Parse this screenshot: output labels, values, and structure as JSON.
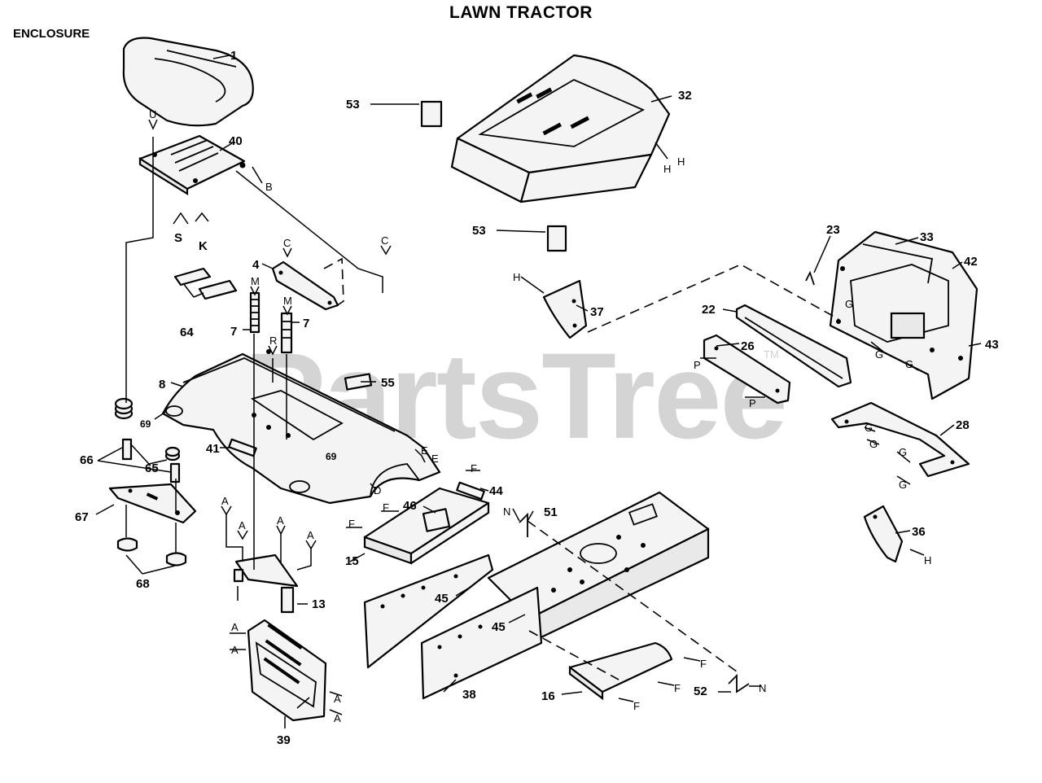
{
  "header": {
    "title": "LAWN TRACTOR",
    "section": "ENCLOSURE"
  },
  "watermark": {
    "text": "PartsTree",
    "tm": "TM"
  },
  "callouts": {
    "p1": "1",
    "p4": "4",
    "p7a": "7",
    "p7b": "7",
    "p8": "8",
    "p13": "13",
    "p15": "15",
    "p16": "16",
    "p22": "22",
    "p23": "23",
    "p26": "26",
    "p28": "28",
    "p32": "32",
    "p33": "33",
    "p36": "36",
    "p37": "37",
    "p38": "38",
    "p39": "39",
    "p40": "40",
    "p41": "41",
    "p42": "42",
    "p43": "43",
    "p44": "44",
    "p45a": "45",
    "p45b": "45",
    "p46": "46",
    "p51": "51",
    "p52": "52",
    "p53a": "53",
    "p53b": "53",
    "p55": "55",
    "p64": "64",
    "p65": "65",
    "p66": "66",
    "p67": "67",
    "p68": "68",
    "p69a": "69",
    "p69b": "69"
  },
  "refs": {
    "u": "U",
    "b": "B",
    "s": "S",
    "k": "K",
    "c1": "C",
    "c2": "C",
    "m1": "M",
    "m2": "M",
    "r": "R",
    "e1": "E",
    "e2": "E",
    "d": "D",
    "a1": "A",
    "a2": "A",
    "a3": "A",
    "a4": "A",
    "a5": "A",
    "a6": "A",
    "a7": "A",
    "a8": "A",
    "h1": "H",
    "h2": "H",
    "h3": "H",
    "h4": "H",
    "f1": "F",
    "f2": "F",
    "f3": "F",
    "f4": "F",
    "f5": "F",
    "f6": "F",
    "n1": "N",
    "n2": "N",
    "p1": "P",
    "p2": "P",
    "g1": "G",
    "g2": "G",
    "g3": "G",
    "g4": "G",
    "g5": "G",
    "g6": "G",
    "g7": "G"
  }
}
